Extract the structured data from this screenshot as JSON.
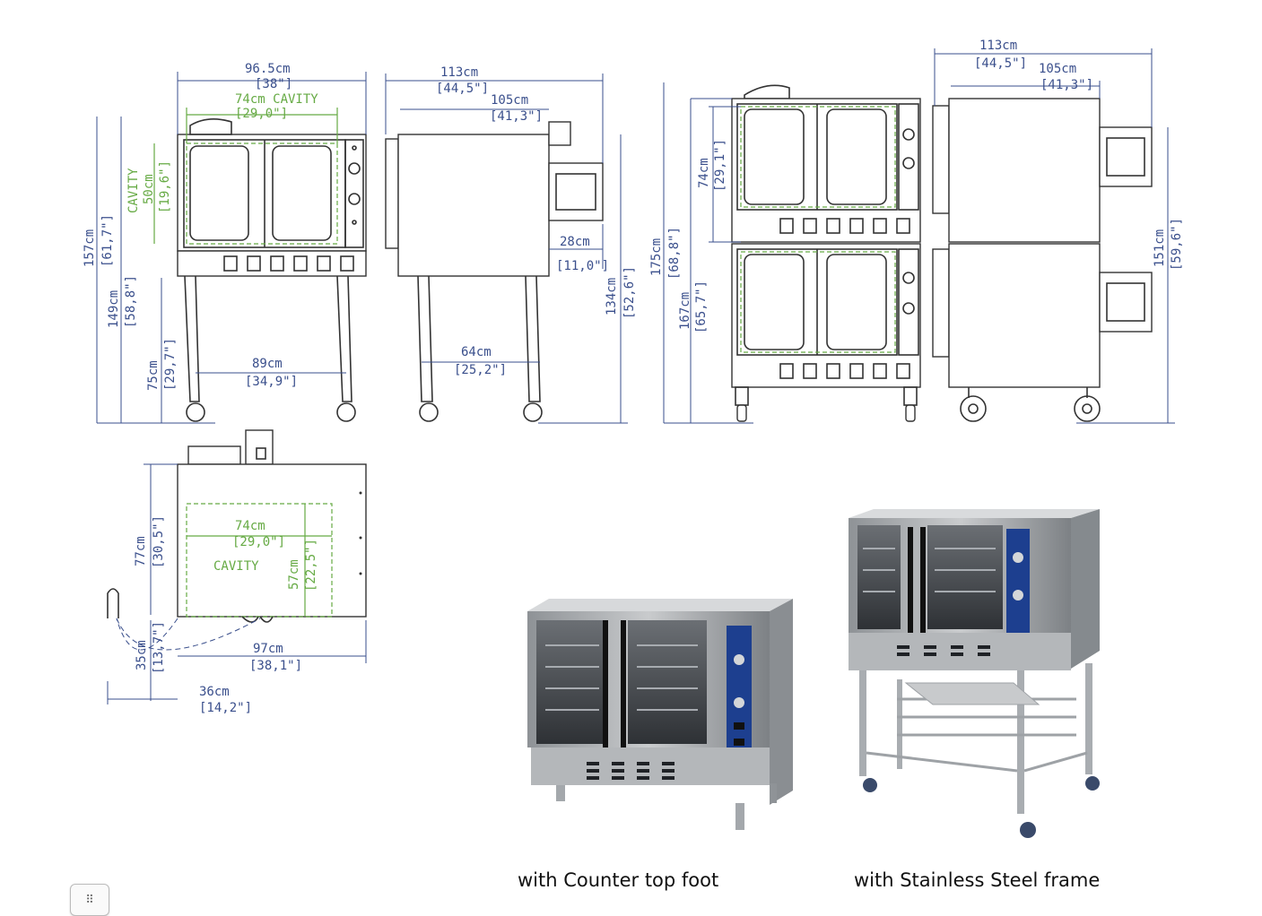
{
  "dimensions": {
    "front_single": {
      "width": "96.5cm",
      "width_in": "[38\"]",
      "cavity_width": "74cm CAVITY",
      "cavity_width_in": "[29,0\"]",
      "cavity_label": "CAVITY",
      "cavity_height": "50cm",
      "cavity_height_in": "[19,6\"]",
      "total_height": "157cm",
      "total_height_in": "[61,7\"]",
      "body_top_height": "149cm",
      "body_top_height_in": "[58,8\"]",
      "leg_height": "75cm",
      "leg_height_in": "[29,7\"]",
      "caster_span": "89cm",
      "caster_span_in": "[34,9\"]"
    },
    "side_single": {
      "depth_total": "113cm",
      "depth_total_in": "[44,5\"]",
      "depth_body": "105cm",
      "depth_body_in": "[41,3\"]",
      "motor_depth": "28cm",
      "motor_depth_in": "[11,0\"]",
      "height": "134cm",
      "height_in": "[52,6\"]",
      "leg_span": "64cm",
      "leg_span_in": "[25,2\"]"
    },
    "front_double": {
      "total_height": "175cm",
      "total_height_in": "[68,8\"]",
      "body_height": "167cm",
      "body_height_in": "[65,7\"]",
      "cavity_height": "74cm",
      "cavity_height_in": "[29,1\"]"
    },
    "side_double": {
      "depth_total": "113cm",
      "depth_total_in": "[44,5\"]",
      "depth_body": "105cm",
      "depth_body_in": "[41,3\"]",
      "height": "151cm",
      "height_in": "[59,6\"]"
    },
    "top_view": {
      "cavity_width": "74cm",
      "cavity_width_in": "[29,0\"]",
      "cavity_label": "CAVITY",
      "cavity_depth": "57cm",
      "cavity_depth_in": "[22,5\"]",
      "body_depth": "77cm",
      "body_depth_in": "[30,5\"]",
      "door_swing": "35cm",
      "door_swing_in": "[13,7\"]",
      "width": "97cm",
      "width_in": "[38,1\"]",
      "door_reach": "36cm",
      "door_reach_in": "[14,2\"]"
    }
  },
  "captions": {
    "counter_top": "with  Counter top foot",
    "steel_frame": "with Stainless Steel frame"
  },
  "colors": {
    "dimension": "#3a4f8c",
    "cavity": "#66aa44",
    "line": "#333333",
    "steel": "#b9bcbf",
    "control_panel": "#1d3f8f"
  },
  "handle_icon": "drag-handle-icon"
}
